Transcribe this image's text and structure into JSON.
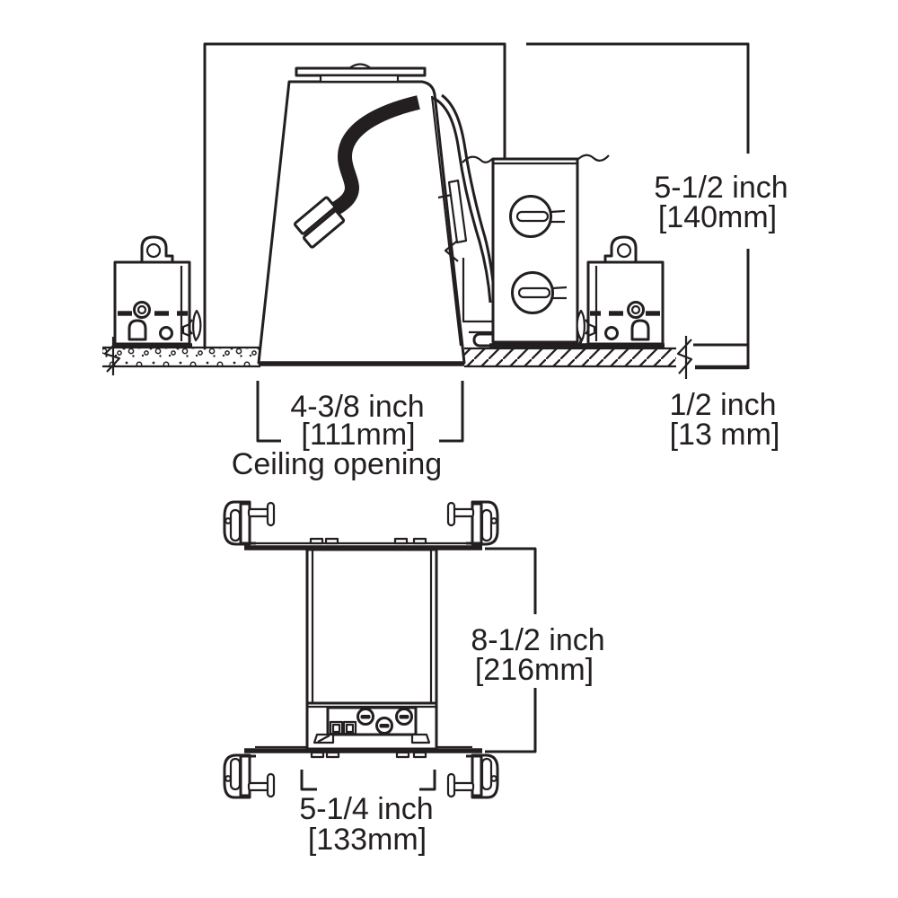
{
  "figure": {
    "type": "recessed-light-housing-installation-diagram",
    "colors": {
      "line": "#231f20",
      "background": "#ffffff"
    }
  },
  "side_view": {
    "height": {
      "inches": "5-1/2 inch",
      "mm": "[140mm]"
    },
    "opening": {
      "inches": "4-3/8 inch",
      "mm": "[111mm]",
      "caption": "Ceiling opening"
    },
    "ceiling_thickness": {
      "inches": "1/2 inch",
      "mm": "[13 mm]"
    }
  },
  "front_view": {
    "height": {
      "inches": "8-1/2 inch",
      "mm": "[216mm]"
    },
    "width": {
      "inches": "5-1/4 inch",
      "mm": "[133mm]"
    }
  }
}
